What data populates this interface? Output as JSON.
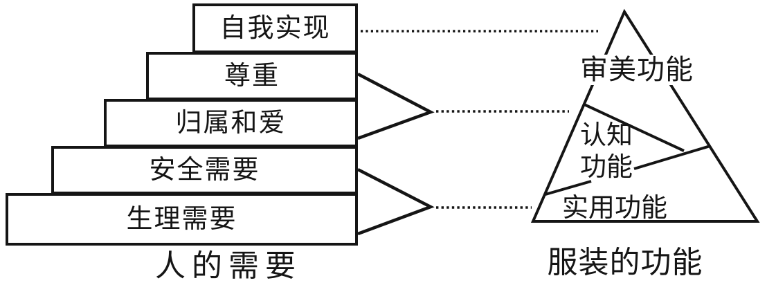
{
  "pyramid": {
    "caption": "人的需要",
    "levels": [
      "自我实现",
      "尊重",
      "归属和爱",
      "安全需要",
      "生理需要"
    ]
  },
  "triangle": {
    "caption": "服装的功能",
    "top": "审美功能",
    "middle_line1": "认知",
    "middle_line2": "功能",
    "bottom": "实用功能"
  },
  "connectors": [
    {
      "from": "自我实现",
      "to": "审美功能",
      "style": "dotted-line"
    },
    {
      "from": "尊重 / 归属和爱",
      "to": "认知功能",
      "style": "brace-with-dotted-line"
    },
    {
      "from": "安全需要 / 生理需要",
      "to": "实用功能",
      "style": "brace-with-dotted-line"
    }
  ],
  "colors": {
    "ink": "#151515",
    "background": "#ffffff"
  }
}
